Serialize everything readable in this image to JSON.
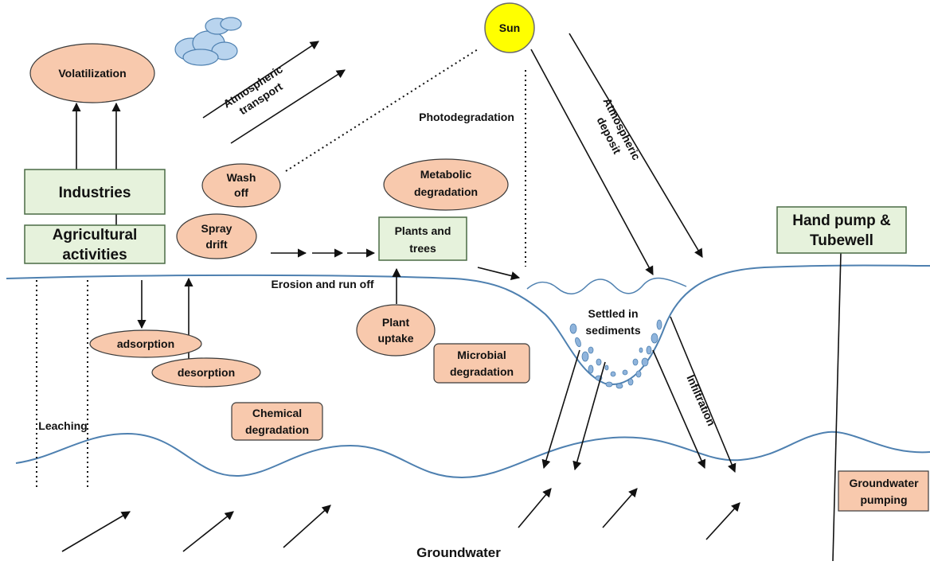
{
  "colors": {
    "ellipse_fill": "#f8c9ad",
    "ellipse_stroke": "#3a3a3a",
    "green_fill": "#e6f2dc",
    "green_stroke": "#4a6b45",
    "peach_box_fill": "#f8c9ad",
    "ground_line": "#4e80b0",
    "sun_fill": "#ffff00",
    "cloud_fill": "#b9d4ee",
    "sediment_fill": "#8fb4dc"
  },
  "icons": {
    "sun": "sun-icon",
    "cloud": "cloud-icon"
  },
  "labels": {
    "sun": "Sun",
    "volatilization": "Volatilization",
    "atmospheric_transport_1": "Atmospheric",
    "atmospheric_transport_2": "transport",
    "photodegradation": "Photodegradation",
    "atmospheric_deposit_1": "Atmospheric",
    "atmospheric_deposit_2": "deposit",
    "wash_off_1": "Wash",
    "wash_off_2": "off",
    "metabolic_1": "Metabolic",
    "metabolic_2": "degradation",
    "industries": "Industries",
    "agricultural_1": "Agricultural",
    "agricultural_2": "activities",
    "spray_drift_1": "Spray",
    "spray_drift_2": "drift",
    "plants_trees_1": "Plants and",
    "plants_trees_2": "trees",
    "hand_pump_1": "Hand pump &",
    "hand_pump_2": "Tubewell",
    "erosion": "Erosion and run off",
    "settled_1": "Settled in",
    "settled_2": "sediments",
    "adsorption": "adsorption",
    "desorption": "desorption",
    "plant_uptake_1": "Plant",
    "plant_uptake_2": "uptake",
    "microbial_1": "Microbial",
    "microbial_2": "degradation",
    "infiltration": "Infiltration",
    "chemical_1": "Chemical",
    "chemical_2": "degradation",
    "leaching": "Leaching",
    "gw_pumping_1": "Groundwater",
    "gw_pumping_2": "pumping",
    "groundwater": "Groundwater"
  }
}
